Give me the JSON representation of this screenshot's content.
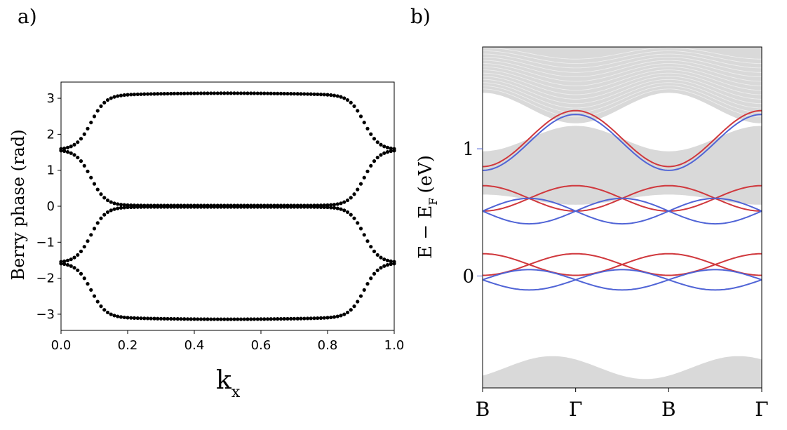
{
  "chart_data": [
    {
      "panel_label": "a)",
      "type": "scatter",
      "title": "",
      "xlabel": "k",
      "xlabel_subscript": "x",
      "ylabel": "Berry phase (rad)",
      "xlim": [
        0,
        1
      ],
      "ylim": [
        -3.45,
        3.45
      ],
      "xticks": [
        0.0,
        0.2,
        0.4,
        0.6,
        0.8,
        1.0
      ],
      "xtick_labels": [
        "0.0",
        "0.2",
        "0.4",
        "0.6",
        "0.8",
        "1.0"
      ],
      "yticks": [
        -3,
        -2,
        -1,
        0,
        1,
        2,
        3
      ],
      "ytick_labels": [
        "−3",
        "−2",
        "−1",
        "0",
        "1",
        "2",
        "3"
      ],
      "grid": false,
      "marker_color": "#000000",
      "num_points": 100,
      "series": [
        {
          "description_key": "upper-outer",
          "points_fn": "upper_outer"
        },
        {
          "description_key": "upper-inner",
          "points_fn": "upper_inner"
        },
        {
          "description_key": "lower-inner",
          "points_fn": "lower_inner"
        },
        {
          "description_key": "lower-outer",
          "points_fn": "lower_outer"
        }
      ],
      "key_values": {
        "edge_value": 1.57,
        "plateau_top": 3.12,
        "plateau_bottom": -3.12,
        "center_max": 3.14,
        "transition_k": 0.09
      }
    },
    {
      "panel_label": "b)",
      "type": "line",
      "title": "",
      "ylabel": "E − E",
      "ylabel_subscript": "F",
      "ylabel_unit": "(eV)",
      "ylim": [
        -0.88,
        1.8
      ],
      "yticks": [
        0,
        1
      ],
      "ytick_labels": [
        "0",
        "1"
      ],
      "xtick_labels": [
        "B",
        "Γ",
        "B",
        "Γ"
      ],
      "grid": false,
      "colors": {
        "spin_up": "#d0383d",
        "spin_down": "#5064d6",
        "bulk": "#d9d9d9"
      },
      "series": [
        {
          "name": "",
          "color_key": "spin_up",
          "band": "upper-red",
          "mean": 0.61,
          "amp": 0.1
        },
        {
          "name": "",
          "color_key": "spin_down",
          "band": "upper-blue",
          "mean": 0.51,
          "amp": 0.1
        },
        {
          "name": "",
          "color_key": "spin_up",
          "band": "lower-red",
          "mean": 0.09,
          "amp": 0.085
        },
        {
          "name": "",
          "color_key": "spin_down",
          "band": "lower-blue",
          "mean": -0.03,
          "amp": 0.08
        }
      ]
    }
  ]
}
